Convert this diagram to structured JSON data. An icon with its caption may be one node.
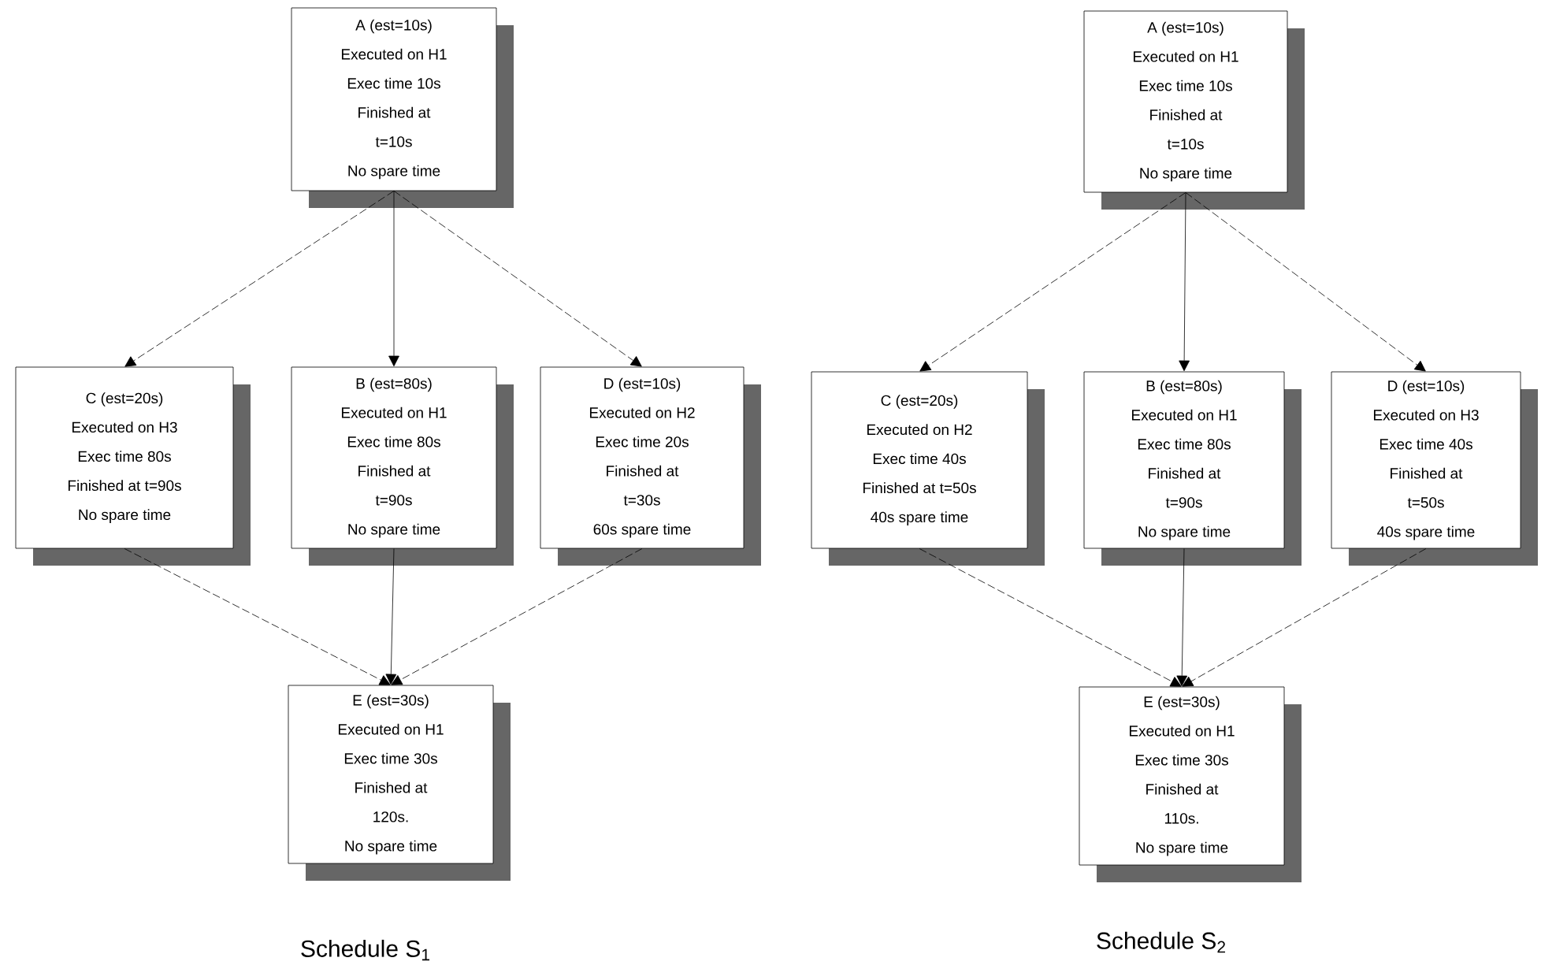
{
  "diagram": {
    "nodes": [
      {
        "text": [
          "A (est=10s)",
          "Executed on H1",
          "Exec time 10s",
          "Finished at",
          "t=10s",
          "No spare time"
        ]
      },
      {
        "text": [
          "A (est=10s)",
          "Executed on H1",
          "Exec time 10s",
          "Finished at",
          "t=10s",
          "No spare time"
        ]
      },
      {
        "text": [
          "C (est=20s)",
          "Executed on H3",
          "Exec time 80s",
          "Finished at t=90s",
          "No spare time"
        ]
      },
      {
        "text": [
          "B (est=80s)",
          "Executed on H1",
          "Exec time 80s",
          "Finished at",
          "t=90s",
          "No spare time"
        ]
      },
      {
        "text": [
          "D (est=10s)",
          "Executed on H2",
          "Exec time 20s",
          "Finished at",
          "t=30s",
          "60s spare time"
        ]
      },
      {
        "text": [
          "C (est=20s)",
          "Executed on H2",
          "Exec time 40s",
          "Finished at t=50s",
          "40s spare time"
        ]
      },
      {
        "text": [
          "B (est=80s)",
          "Executed on H1",
          "Exec time 80s",
          "Finished at",
          "t=90s",
          "No spare time"
        ]
      },
      {
        "text": [
          "D (est=10s)",
          "Executed on H3",
          "Exec time 40s",
          "Finished at",
          "t=50s",
          "40s spare time"
        ]
      },
      {
        "text": [
          "E (est=30s)",
          "Executed on H1",
          "Exec time 30s",
          "Finished at",
          "120s.",
          "No spare time"
        ]
      },
      {
        "text": [
          "E (est=30s)",
          "Executed on H1",
          "Exec time 30s",
          "Finished at",
          "110s.",
          "No spare time"
        ]
      }
    ],
    "edges": [
      {
        "from": 0,
        "to": 2,
        "arrow": "to",
        "style": "dashed"
      },
      {
        "from": 0,
        "to": 3,
        "arrow": "to"
      },
      {
        "from": 0,
        "to": 4,
        "arrow": "to",
        "style": "dashed"
      },
      {
        "from": 2,
        "to": 8,
        "arrow": "to",
        "style": "dashed"
      },
      {
        "from": 3,
        "to": 8,
        "arrow": "to"
      },
      {
        "from": 4,
        "to": 8,
        "arrow": "to",
        "style": "dashed"
      },
      {
        "from": 1,
        "to": 5,
        "arrow": "to",
        "style": "dashed"
      },
      {
        "from": 1,
        "to": 6,
        "arrow": "to"
      },
      {
        "from": 1,
        "to": 7,
        "arrow": "to",
        "style": "dashed"
      },
      {
        "from": 5,
        "to": 9,
        "arrow": "to",
        "style": "dashed"
      },
      {
        "from": 6,
        "to": 9,
        "arrow": "to"
      },
      {
        "from": 7,
        "to": 9,
        "arrow": "to",
        "style": "dashed"
      }
    ],
    "labels": [
      "Schedule S$_{1}$",
      "Schedule S$_{2}$"
    ]
  }
}
